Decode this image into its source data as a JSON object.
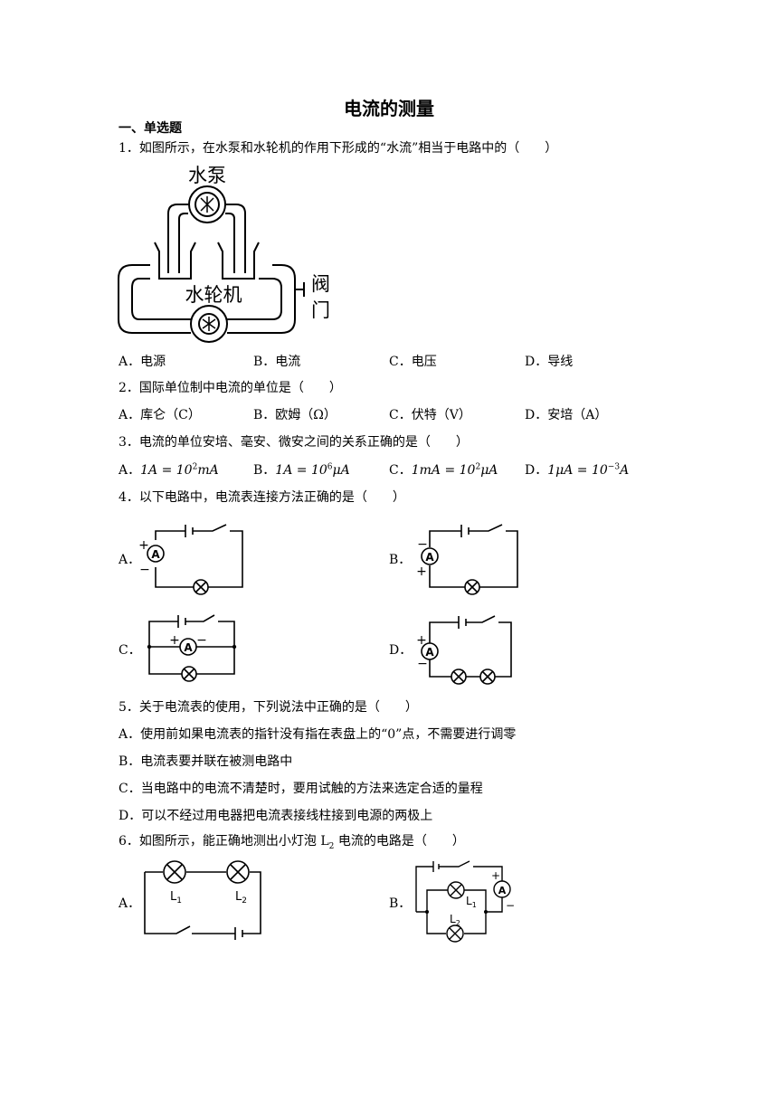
{
  "title": "电流的测量",
  "section": "一、单选题",
  "q1": {
    "stem": "1．如图所示，在水泵和水轮机的作用下形成的“水流”相当于电路中的（　　）",
    "figure": {
      "pump": "水泵",
      "turbine": "水轮机",
      "valve_1": "阀",
      "valve_2": "门"
    },
    "options": [
      "A．电源",
      "B．电流",
      "C．电压",
      "D．导线"
    ]
  },
  "q2": {
    "stem": "2．国际单位制中电流的单位是（　　）",
    "options": [
      "A．库仑（C）",
      "B．欧姆（Ω）",
      "C．伏特（V）",
      "D．安培（A）"
    ]
  },
  "q3": {
    "stem": "3．电流的单位安培、毫安、微安之间的关系正确的是（　　）",
    "options": [
      {
        "label": "A．",
        "lhs": "1A = 10",
        "exp": "2",
        "rhs": "mA"
      },
      {
        "label": "B．",
        "lhs": "1A = 10",
        "exp": "6",
        "rhs": "μA"
      },
      {
        "label": "C．",
        "lhs": "1mA = 10",
        "exp": "2",
        "rhs": "μA"
      },
      {
        "label": "D．",
        "lhs": "1μA = 10",
        "exp": "−3",
        "rhs": "A"
      }
    ]
  },
  "q4": {
    "stem": "4．以下电路中，电流表连接方法正确的是（　　）",
    "labels": [
      "A．",
      "B．",
      "C．",
      "D．"
    ],
    "meter": "A",
    "plus": "+",
    "minus": "−"
  },
  "q5": {
    "stem": "5．关于电流表的使用，下列说法中正确的是（　　）",
    "options": [
      "A．使用前如果电流表的指针没有指在表盘上的“0”点，不需要进行调零",
      "B．电流表要并联在被测电路中",
      "C．当电路中的电流不清楚时，要用试触的方法来选定合适的量程",
      "D．可以不经过用电器把电流表接线柱接到电源的两极上"
    ]
  },
  "q6": {
    "stem_pre": "6．如图所示，能正确地测出小灯泡 L",
    "stem_sub": "2",
    "stem_post": " 电流的电路是（　　）",
    "labels": [
      "A．",
      "B．"
    ],
    "lamp_letter": "L",
    "lamp1_sub": "1",
    "lamp2_sub": "2",
    "meter": "A",
    "plus": "+",
    "minus": "−"
  }
}
